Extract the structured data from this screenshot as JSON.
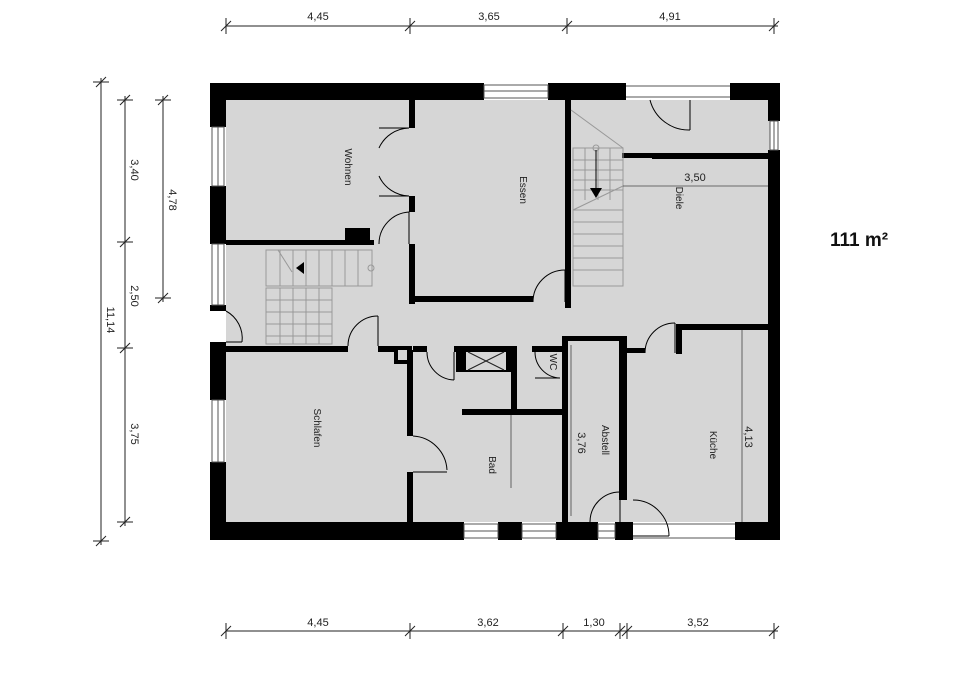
{
  "area": "111 m²",
  "dimensions": {
    "top": [
      "4,45",
      "3,65",
      "4,91"
    ],
    "bottom": [
      "4,45",
      "3,62",
      "1,30",
      "3,52"
    ],
    "left_total": "11,14",
    "left_segments": [
      "3,40",
      "2,50",
      "3,75"
    ],
    "left_inner": "4,78",
    "diele_width": "3,50",
    "abstell_height": "3,76",
    "kueche_height": "4,13"
  },
  "rooms": {
    "wohnen": "Wohnen",
    "essen": "Essen",
    "diele": "Diele",
    "schlafen": "Schlafen",
    "bad": "Bad",
    "wc": "WC",
    "abstell": "Abstell",
    "kueche": "Küche"
  },
  "colors": {
    "wall": "#000000",
    "floor": "#d6d6d6",
    "dimension": "#222222"
  }
}
